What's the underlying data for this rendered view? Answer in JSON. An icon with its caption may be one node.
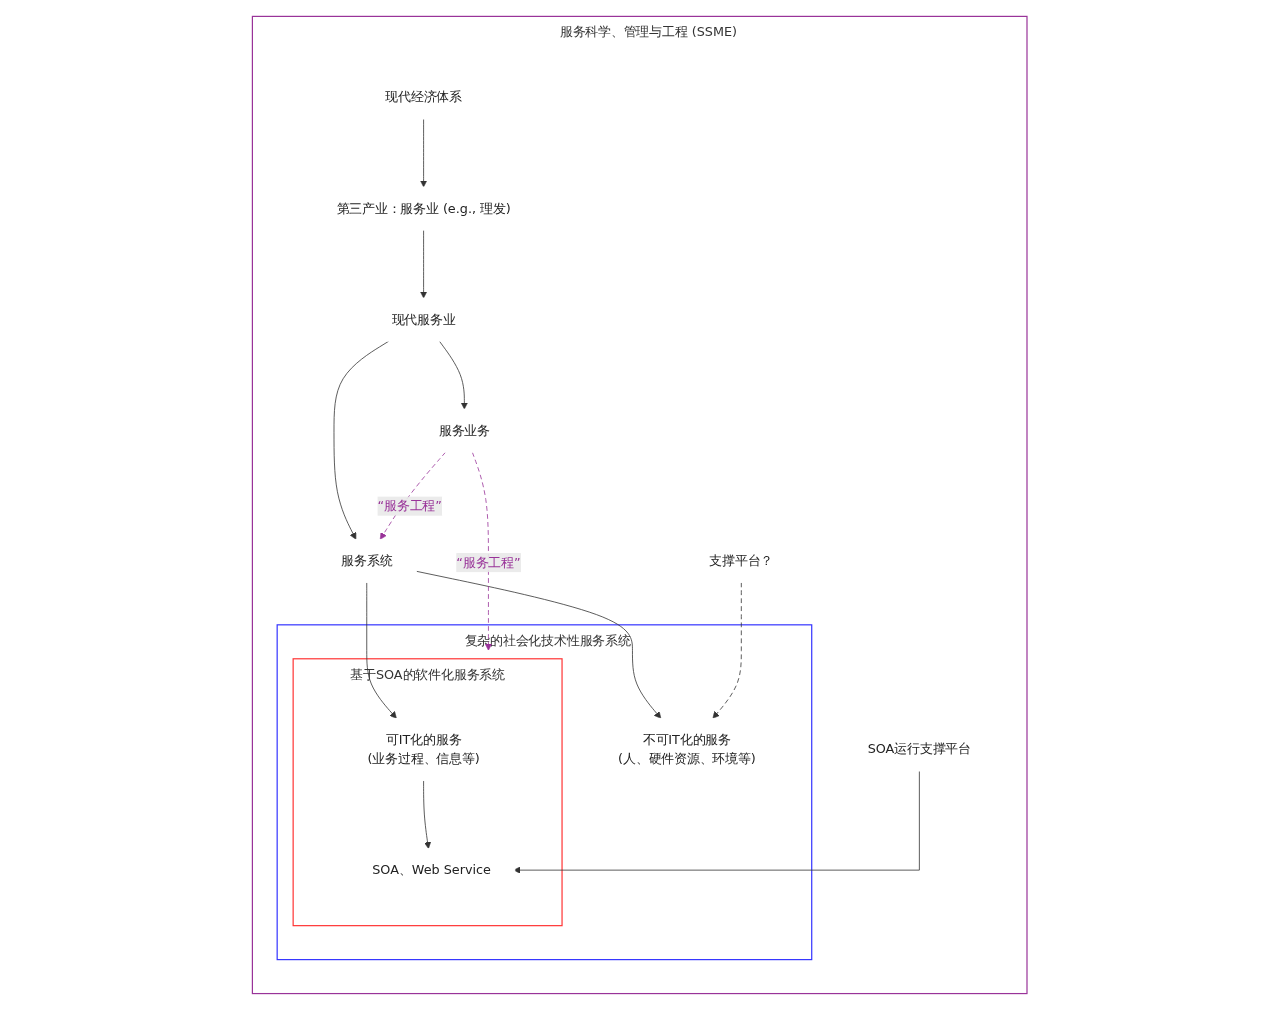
{
  "diagram": {
    "nodes": [
      {
        "text": [
          "服务科学、管理与工程 (SSME)"
        ]
      },
      {
        "text": [
          "现代经济体系"
        ],
        "in": 0
      },
      {
        "text": [
          "第三产业：服务业 (e.g., 理发)"
        ],
        "in": 0
      },
      {
        "text": [
          "现代服务业"
        ],
        "in": 0
      },
      {
        "text": [
          "服务业务"
        ],
        "in": 0
      },
      {
        "text": [
          "复杂的社会化技术性服务系统"
        ],
        "in": 0
      },
      {
        "text": [
          "服务系统"
        ],
        "in": 0
      },
      {
        "text": [
          "基于SOA的软件化服务系统"
        ],
        "in": 5
      },
      {
        "text": [
          "可IT化的服务",
          "(业务过程、信息等)"
        ],
        "in": 7
      },
      {
        "text": [
          "SOA、Web Service"
        ],
        "in": 7
      },
      {
        "text": [
          "不可IT化的服务",
          "(人、硬件资源、环境等)"
        ],
        "in": 5
      },
      {
        "text": [
          "SOA运行支撑平台"
        ],
        "in": 0
      },
      {
        "text": [
          "支撑平台？"
        ],
        "in": 0
      }
    ],
    "edges": [
      {
        "from": 1,
        "to": 2,
        "arrow": "to"
      },
      {
        "from": 2,
        "to": 3,
        "arrow": "to"
      },
      {
        "from": 3,
        "to": 4,
        "arrow": "to"
      },
      {
        "from": 3,
        "to": 6,
        "arrow": "to"
      },
      {
        "from": 4,
        "to": 6,
        "arrow": "to",
        "label": "“服务工程”",
        "style": "dashed",
        "color": "#993399"
      },
      {
        "from": 4,
        "to": 7,
        "arrow": "to",
        "label": "“服务工程”",
        "style": "dashed",
        "color": "#993399"
      },
      {
        "from": 6,
        "to": 8,
        "arrow": "to"
      },
      {
        "from": 6,
        "to": 10,
        "arrow": "to"
      },
      {
        "from": 8,
        "to": 9,
        "arrow": "to"
      },
      {
        "from": 11,
        "to": 9,
        "arrow": "to"
      },
      {
        "from": 12,
        "to": 10,
        "arrow": "to",
        "style": "dashed"
      }
    ]
  }
}
